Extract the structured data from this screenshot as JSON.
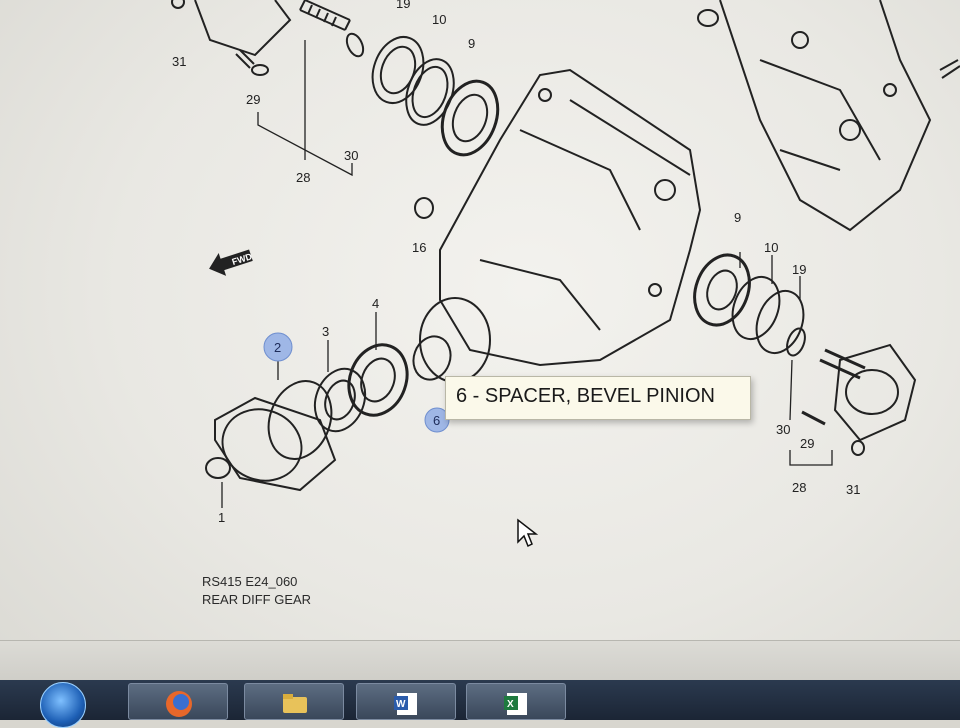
{
  "diagram": {
    "labels": {
      "p31_top": "31",
      "p29_top": "29",
      "p28_top": "28",
      "p30_top": "30",
      "p19_top": "19",
      "p10_top": "10",
      "p9_top": "9",
      "p16": "16",
      "p2": "2",
      "p3": "3",
      "p4": "4",
      "p6": "6",
      "p1": "1",
      "p9_right": "9",
      "p10_right": "10",
      "p19_right": "19",
      "p30_right": "30",
      "p29_right": "29",
      "p28_right": "28",
      "p31_right": "31"
    },
    "fwd_arrow": "FWD",
    "highlight_color": "#9fb7e6"
  },
  "tooltip": {
    "text": "6 - SPACER, BEVEL PINION"
  },
  "caption": {
    "code": "RS415 E24_060",
    "title": "REAR DIFF GEAR"
  },
  "taskbar": {
    "icons": [
      "start-orb-icon",
      "firefox-icon",
      "folder-icon",
      "word-icon",
      "excel-icon"
    ]
  }
}
